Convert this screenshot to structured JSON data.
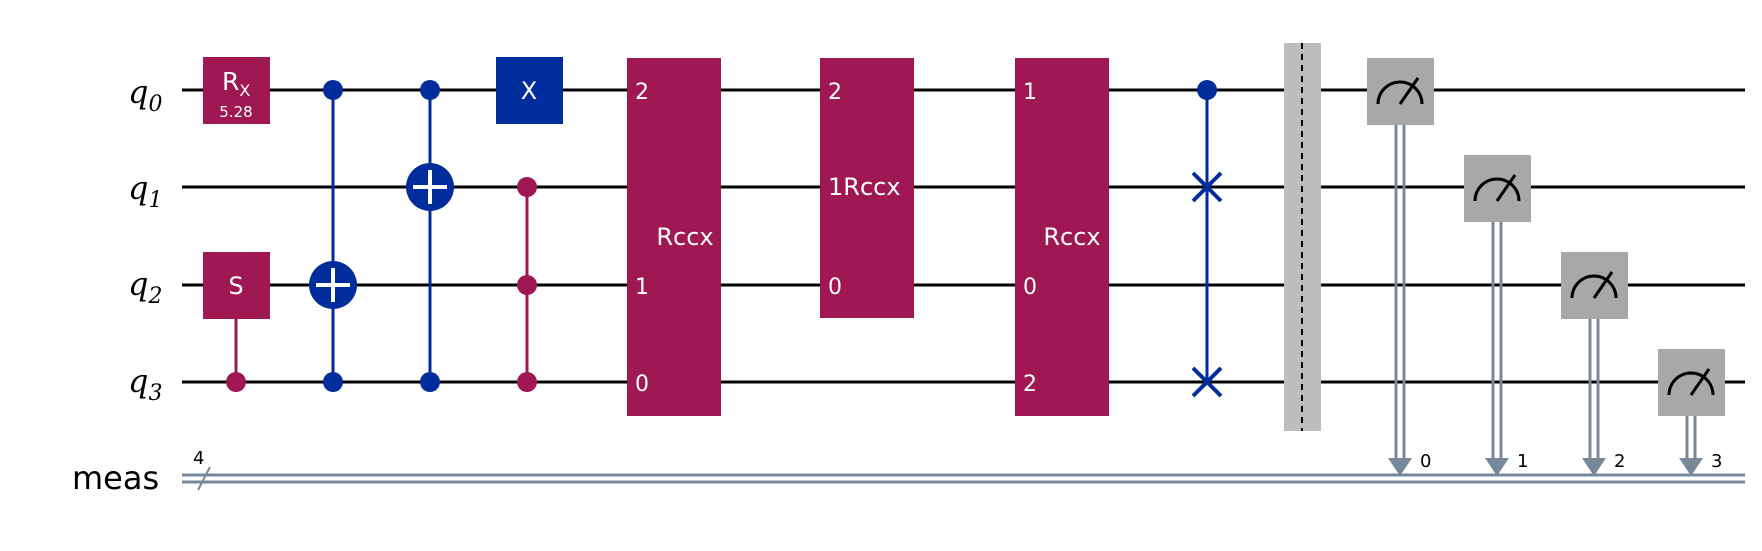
{
  "qubits": [
    {
      "base": "q",
      "index": "0"
    },
    {
      "base": "q",
      "index": "1"
    },
    {
      "base": "q",
      "index": "2"
    },
    {
      "base": "q",
      "index": "3"
    }
  ],
  "classical_register": {
    "label": "meas",
    "width": "4"
  },
  "colors": {
    "wire": "#000000",
    "classical_wire": "#778899",
    "rotation_gate": "#9f1853",
    "clifford_gate": "#002d9c",
    "measure_gate": "#a8a8a8",
    "barrier": "#bdbdbd",
    "gate_text": "#ffffff"
  },
  "gates": {
    "rx": {
      "name": "R",
      "sub": "X",
      "param": "5.28"
    },
    "s": {
      "label": "S"
    },
    "x": {
      "label": "X"
    },
    "rccx1": {
      "label": "Rccx",
      "pins": [
        "2",
        "1",
        "0"
      ]
    },
    "rccx2": {
      "label": "Rccx",
      "pins": [
        "2",
        "1",
        "0"
      ]
    },
    "rccx3": {
      "label": "Rccx",
      "pins": [
        "1",
        "0",
        "2"
      ]
    }
  },
  "measure_bits": [
    "0",
    "1",
    "2",
    "3"
  ]
}
